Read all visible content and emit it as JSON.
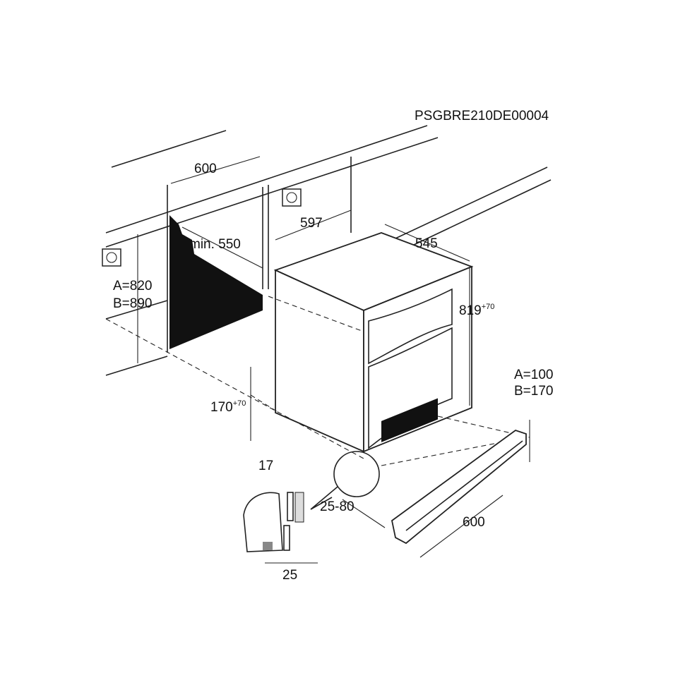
{
  "diagram": {
    "code": "PSGBRE210DE00004",
    "labels": {
      "niche_width": "600",
      "min_depth": "min. 550",
      "height_a": "A=820",
      "height_b": "B=890",
      "appliance_width": "597",
      "appliance_depth": "545",
      "appliance_height": "819",
      "appliance_height_sup": "+70",
      "plinth_a": "A=100",
      "plinth_b": "B=170",
      "foot_height": "170",
      "foot_height_sup": "+70",
      "recess": "17",
      "door_offset": "25-80",
      "plinth_width": "600",
      "hinge_gap": "25"
    }
  }
}
